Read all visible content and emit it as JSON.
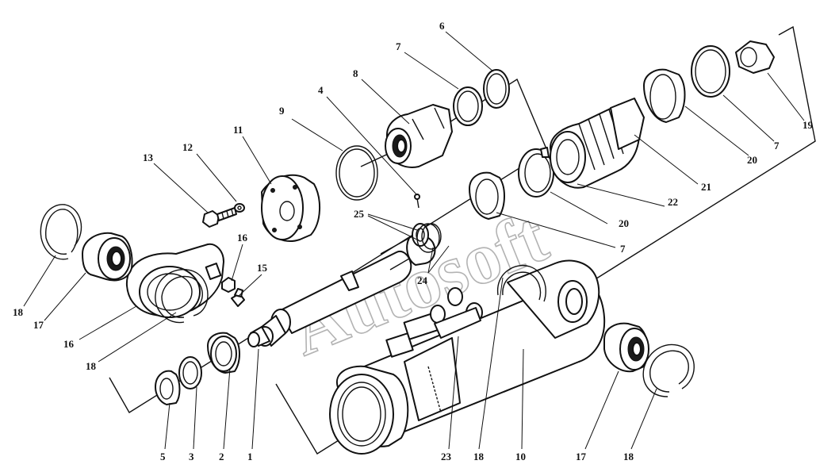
{
  "watermark": "Autosoft",
  "callouts": [
    {
      "id": "c1",
      "text": "1"
    },
    {
      "id": "c2",
      "text": "2"
    },
    {
      "id": "c3",
      "text": "3"
    },
    {
      "id": "c4",
      "text": "4"
    },
    {
      "id": "c5",
      "text": "5"
    },
    {
      "id": "c6",
      "text": "6"
    },
    {
      "id": "c7a",
      "text": "7"
    },
    {
      "id": "c7b",
      "text": "7"
    },
    {
      "id": "c7c",
      "text": "7"
    },
    {
      "id": "c8",
      "text": "8"
    },
    {
      "id": "c9",
      "text": "9"
    },
    {
      "id": "c10",
      "text": "10"
    },
    {
      "id": "c11",
      "text": "11"
    },
    {
      "id": "c12",
      "text": "12"
    },
    {
      "id": "c13",
      "text": "13"
    },
    {
      "id": "c15",
      "text": "15"
    },
    {
      "id": "c16a",
      "text": "16"
    },
    {
      "id": "c16b",
      "text": "16"
    },
    {
      "id": "c17a",
      "text": "17"
    },
    {
      "id": "c17b",
      "text": "17"
    },
    {
      "id": "c18a",
      "text": "18"
    },
    {
      "id": "c18b",
      "text": "18"
    },
    {
      "id": "c18c",
      "text": "18"
    },
    {
      "id": "c18d",
      "text": "18"
    },
    {
      "id": "c19",
      "text": "19"
    },
    {
      "id": "c20a",
      "text": "20"
    },
    {
      "id": "c20b",
      "text": "20"
    },
    {
      "id": "c21",
      "text": "21"
    },
    {
      "id": "c22",
      "text": "22"
    },
    {
      "id": "c23",
      "text": "23"
    },
    {
      "id": "c24",
      "text": "24"
    },
    {
      "id": "c25",
      "text": "25"
    }
  ]
}
